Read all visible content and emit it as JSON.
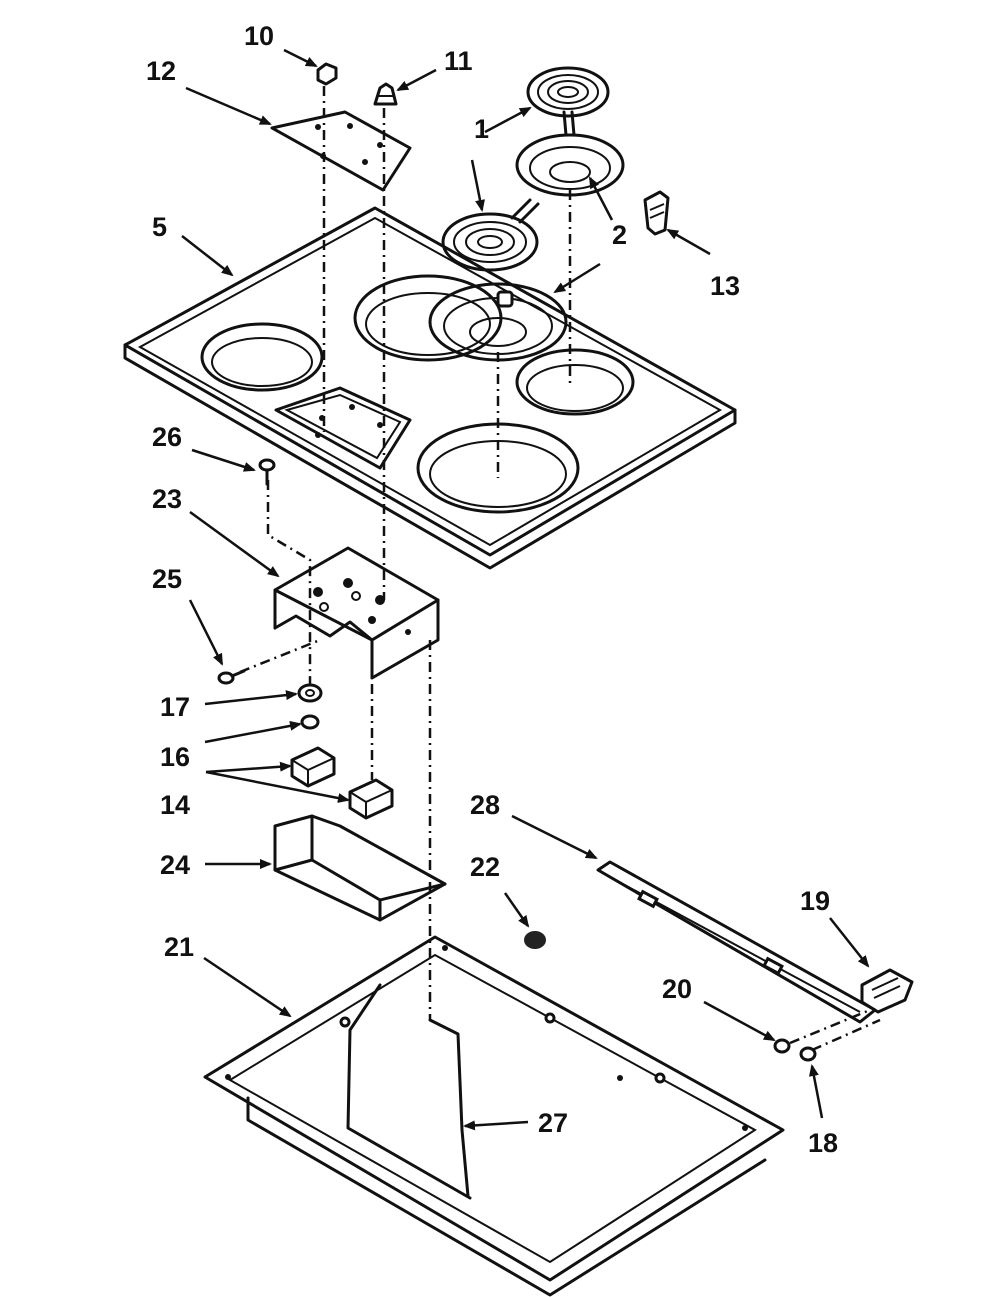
{
  "callouts": {
    "c1a": "1",
    "c1b": "1",
    "c2a": "2",
    "c2b": "2",
    "c5": "5",
    "c10": "10",
    "c11": "11",
    "c12": "12",
    "c13": "13",
    "c14": "14",
    "c16": "16",
    "c17": "17",
    "c18": "18",
    "c19": "19",
    "c20": "20",
    "c21": "21",
    "c22": "22",
    "c23": "23",
    "c24": "24",
    "c25": "25",
    "c26": "26",
    "c27": "27",
    "c28": "28"
  }
}
